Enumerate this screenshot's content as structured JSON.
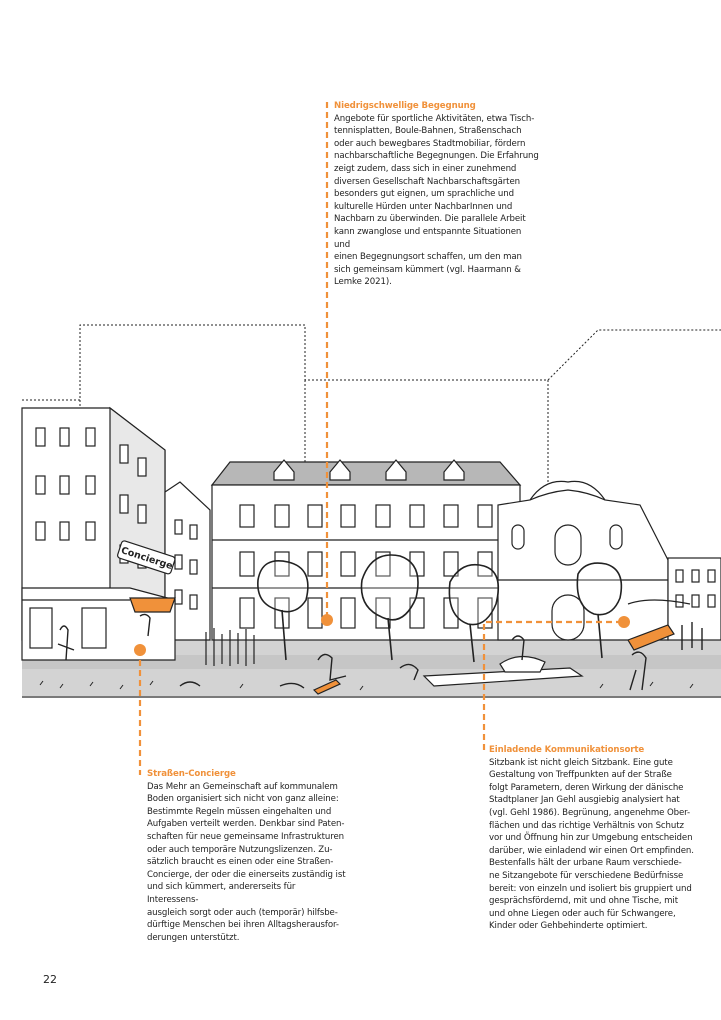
{
  "annotations": {
    "top": {
      "title": "Niedrigschwellige Begegnung",
      "body": "Angebote für sportliche Aktivitäten, etwa Tisch-\ntennisplatten, Boule-Bahnen, Straßenschach\noder auch bewegbares Stadtmobiliar, fördern\nnachbarschaftliche Begegnungen. Die Erfahrung\nzeigt zudem, dass sich in einer zunehmend\ndiversen Gesellschaft Nachbarschaftsgärten\nbesonders gut eignen, um sprachliche und\nkulturelle Hürden unter NachbarInnen und\nNachbarn zu überwinden. Die parallele Arbeit\nkann zwanglose und entspannte Situationen und\neinen Begegnungsort schaffen, um den man\nsich gemeinsam kümmert (vgl. Haarmann &\nLemke 2021)."
    },
    "left": {
      "title": "Straßen-Concierge",
      "body": "Das Mehr an Gemeinschaft auf kommunalem\nBoden organisiert sich nicht von ganz alleine:\nBestimmte Regeln müssen eingehalten und\nAufgaben verteilt werden. Denkbar sind Paten-\nschaften für neue gemeinsame Infrastrukturen\noder auch temporäre Nutzungslizenzen. Zu-\nsätzlich braucht es einen oder eine Straßen-\nConcierge, der oder die einerseits zuständig ist\nund sich kümmert, andererseits für Interessens-\nausgleich sorgt oder auch (temporär) hilfsbe-\ndürftige Menschen bei ihren Alltagsherausfor-\nderungen unterstützt."
    },
    "right": {
      "title": "Einladende Kommunikationsorte",
      "body": "Sitzbank ist nicht gleich Sitzbank. Eine gute\nGestaltung von Treffpunkten auf der Straße\nfolgt Parametern, deren Wirkung der dänische\nStadtplaner Jan Gehl ausgiebig analysiert hat\n(vgl. Gehl 1986). Begrünung, angenehme Ober-\nflächen und das richtige Verhältnis von Schutz\nvor und Öffnung hin zur Umgebung entscheiden\ndarüber, wie einladend wir einen Ort empfinden.\nBestenfalls hält der urbane Raum verschiede-\nne Sitzangebote für verschiedene Bedürfnisse\nbereit: von einzeln und isoliert bis gruppiert und\ngesprächsfördernd, mit und ohne Tische, mit\nund ohne Liegen oder auch für Schwangere,\nKinder oder Gehbehinderte optimiert."
    }
  },
  "illustration": {
    "concierge_sign": "Concierge"
  },
  "colors": {
    "accent": "#f0913a",
    "ground": "#d3d3d3",
    "facade_shade": "#b7b7b7"
  },
  "page_number": "22"
}
